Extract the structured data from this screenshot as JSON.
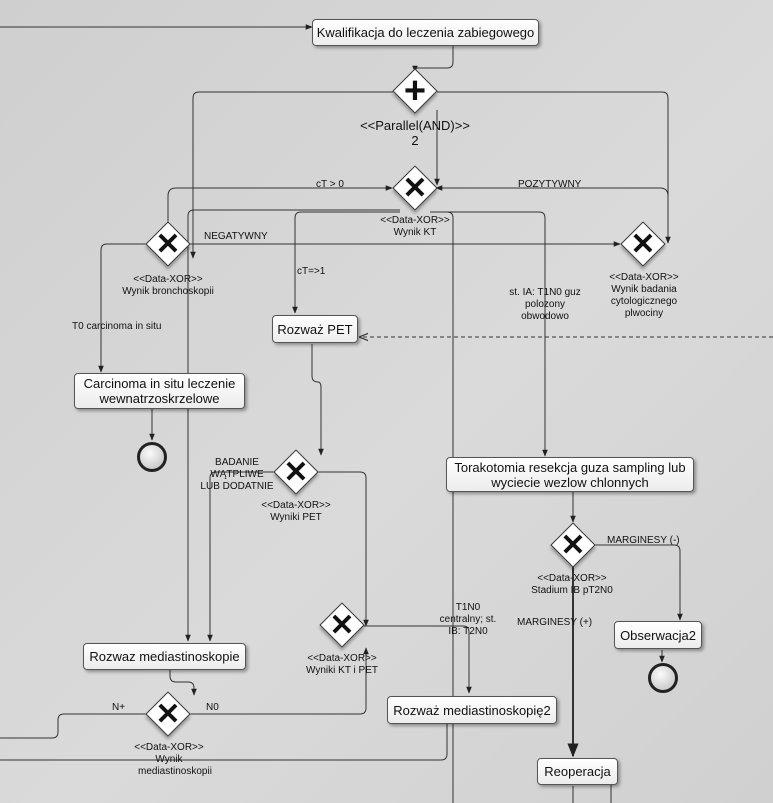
{
  "nodes": {
    "kwalifikacja": "Kwalifikacja do leczenia zabiegowego",
    "rozwaz_pet": "Rozważ PET",
    "carcinoma": "Carcinoma in situ leczenie wewnatrzoskrzelowe",
    "torakotomia": "Torakotomia resekcja guza sampling lub wyciecie wezlow chlonnych",
    "rozwaz_mediastinoskopie": "Rozwaz mediastinoskopie",
    "obserwacja2": "Obserwacja2",
    "rozwaz_mediastinoskopie2": "Rozważ mediastinoskopię2",
    "reoperacja": "Reoperacja"
  },
  "gateways": {
    "parallel": {
      "stereotype": "<<Parallel(AND)>>",
      "name": "2",
      "icon": "plus-icon"
    },
    "wynik_kt": {
      "stereotype": "<<Data-XOR>>",
      "name": "Wynik KT",
      "icon": "x-icon"
    },
    "wynik_bronchoskopii": {
      "stereotype": "<<Data-XOR>>",
      "name": "Wynik bronchoskopii",
      "icon": "x-icon"
    },
    "wynik_badania": {
      "stereotype": "<<Data-XOR>>",
      "name": "Wynik badania cytologicznego plwociny",
      "icon": "x-icon"
    },
    "wyniki_pet": {
      "stereotype": "<<Data-XOR>>",
      "name": "Wyniki PET",
      "icon": "x-icon"
    },
    "stadium": {
      "stereotype": "<<Data-XOR>>",
      "name": "Stadium IB pT2N0",
      "icon": "x-icon"
    },
    "wyniki_kt_pet": {
      "stereotype": "<<Data-XOR>>",
      "name": "Wyniki KT i PET",
      "icon": "x-icon"
    },
    "wynik_mediastinoskopii": {
      "stereotype": "<<Data-XOR>>",
      "name": "Wynik mediastinoskopii",
      "icon": "x-icon"
    }
  },
  "edge_labels": {
    "ct_gt0": "cT > 0",
    "pozytywny": "POZYTYWNY",
    "negatywny": "NEGATYWNY",
    "ct_ge1": "cT=>1",
    "st_ia": "st. IA: T1N0 guz polozony obwodowo",
    "t0": "T0 carcinoma in situ",
    "badanie": "BADANIE WĄTPLIWE LUB DODATNIE",
    "marginesy_neg": "MARGINESY (-)",
    "marginesy_pos": "MARGINESY (+)",
    "t1n0": "T1N0 centralny; st. IB: T2N0",
    "n_plus": "N+",
    "n0": "N0"
  },
  "colors": {
    "background": "#d2d2d2",
    "node_fill": "#ffffff",
    "line": "#333333"
  }
}
